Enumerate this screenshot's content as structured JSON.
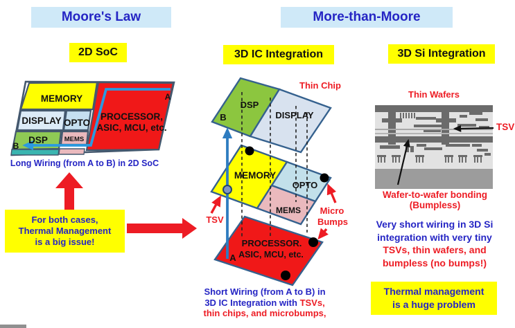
{
  "headers": {
    "moores_law": "Moore's Law",
    "more_than_moore": "More-than-Moore"
  },
  "subtitles": {
    "soc2d": "2D SoC",
    "ic3d": "3D IC Integration",
    "si3d": "3D Si Integration"
  },
  "soc2d": {
    "memory": "MEMORY",
    "display": "DISPLAY",
    "opto": "OPTO",
    "dsp": "DSP",
    "mems": "MEMS",
    "processor_line1": "PROCESSOR,",
    "processor_line2": "ASIC, MCU, etc.",
    "point_a": "A",
    "point_b": "B",
    "caption": "Long Wiring (from A to B) in 2D SoC"
  },
  "stack3d": {
    "thin_chip": "Thin Chip",
    "dsp": "DSP",
    "display": "DISPLAY",
    "memory": "MEMORY",
    "opto": "OPTO",
    "mems": "MEMS",
    "processor_line1": "PROCESSOR.",
    "processor_line2": "ASIC, MCU, etc.",
    "point_a": "A",
    "point_b": "B",
    "tsv": "TSV",
    "micro": "Micro",
    "bumps": "Bumps",
    "caption_line1": "Short Wiring (from A to B) in",
    "caption_line2_blue": "3D IC Integration with",
    "caption_line2_red": "TSVs,",
    "caption_line3": "thin chips, and microbumps,"
  },
  "si3d": {
    "thin_wafers": "Thin Wafers",
    "tsv": "TSV",
    "bonding_line1": "Wafer-to-wafer bonding",
    "bonding_line2": "(Bumpless)",
    "note_line1": "Very short wiring in 3D Si",
    "note_line2": "integration with very tiny",
    "note_line3": "TSVs, thin wafers, and",
    "note_line4": "bumpless (no bumps!)",
    "thermal_line1": "Thermal management",
    "thermal_line2": "is a huge problem"
  },
  "thermal_note": {
    "line1": "For both cases,",
    "line2": "Thermal Management",
    "line3": "is a big issue!"
  },
  "colors": {
    "accent_blue": "#2525c4",
    "accent_red": "#ed1c24",
    "highlight_yellow": "#ffff00",
    "header_bg": "#cfe9f8",
    "chip_green": "#8cc63f",
    "chip_red": "#f01818",
    "chip_pink": "#eab9bd",
    "chip_opto": "#c2e0ea",
    "chip_display": "#d8e2ef",
    "chip_teal": "#3ab5b0",
    "wire_blue": "#2b9ae0",
    "border_blue": "#35618e"
  }
}
